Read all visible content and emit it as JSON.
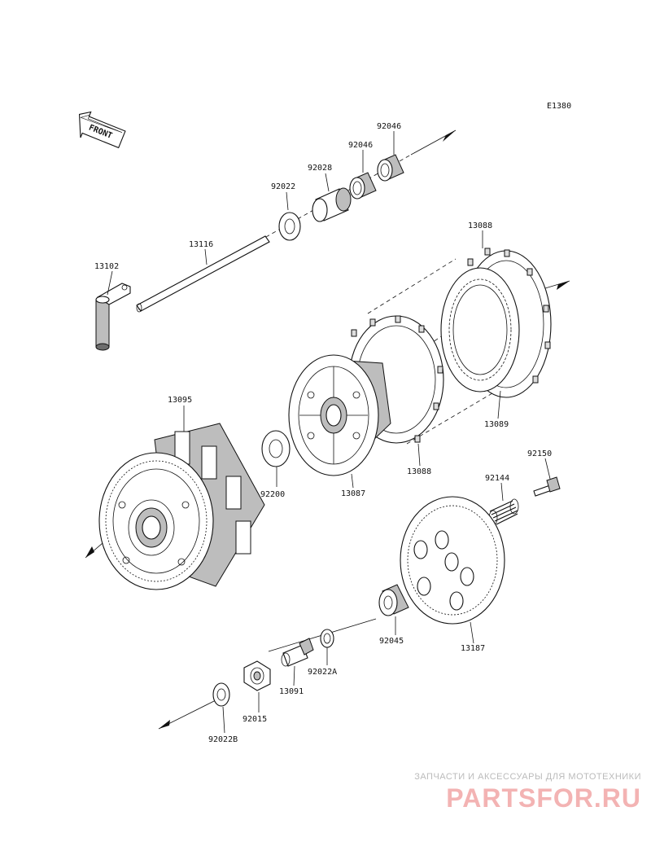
{
  "diagram": {
    "code": "E1380",
    "front_label": "FRONT",
    "parts": [
      {
        "id": "13102",
        "name": "lever-13102"
      },
      {
        "id": "13116",
        "name": "push-rod-13116"
      },
      {
        "id": "92022",
        "name": "washer-92022"
      },
      {
        "id": "92028",
        "name": "collar-92028"
      },
      {
        "id": "92046",
        "name": "needle-bearing-92046-a"
      },
      {
        "id": "92046",
        "name": "needle-bearing-92046-b"
      },
      {
        "id": "13088",
        "name": "friction-plate-13088-top"
      },
      {
        "id": "13089",
        "name": "steel-plate-13089"
      },
      {
        "id": "13088",
        "name": "friction-plate-13088-bottom"
      },
      {
        "id": "13095",
        "name": "clutch-housing-13095"
      },
      {
        "id": "92200",
        "name": "washer-92200"
      },
      {
        "id": "13087",
        "name": "clutch-hub-13087"
      },
      {
        "id": "92150",
        "name": "bolt-92150"
      },
      {
        "id": "92144",
        "name": "spring-92144"
      },
      {
        "id": "13187",
        "name": "pressure-plate-13187"
      },
      {
        "id": "92045",
        "name": "ball-bearing-92045"
      },
      {
        "id": "13091",
        "name": "pusher-13091"
      },
      {
        "id": "92022B",
        "name": "washer-92022b"
      },
      {
        "id": "92015",
        "name": "nut-92015"
      },
      {
        "id": "92022A",
        "name": "washer-92022a"
      }
    ]
  },
  "watermark": {
    "tagline": "ЗАПЧАСТИ И АКСЕССУАРЫ ДЛЯ МОТОТЕХНИКИ",
    "logo": "PARTSFOR.RU"
  }
}
